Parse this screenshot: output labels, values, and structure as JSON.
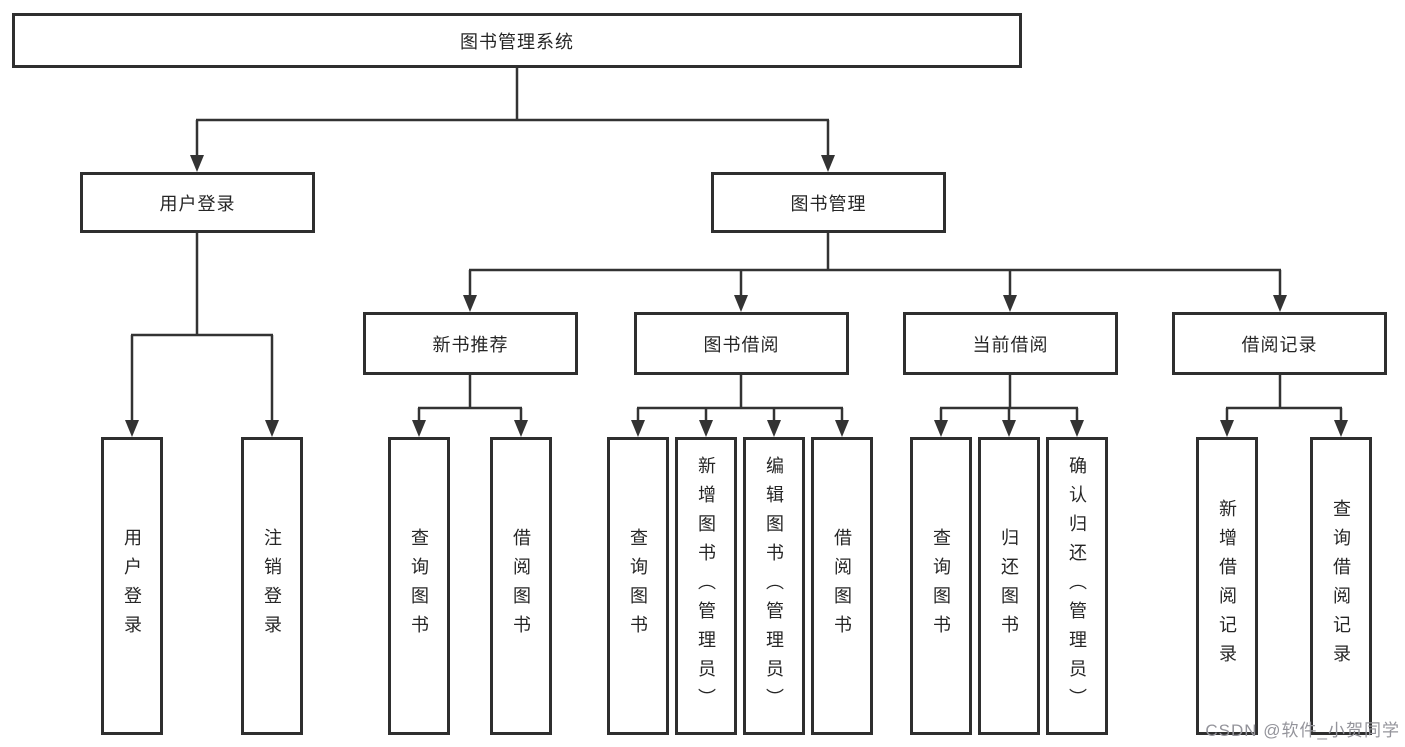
{
  "tree": {
    "root": {
      "label": "图书管理系统",
      "children": [
        {
          "label": "用户登录",
          "children": [
            {
              "label": "用户登录"
            },
            {
              "label": "注销登录"
            }
          ]
        },
        {
          "label": "图书管理",
          "children": [
            {
              "label": "新书推荐",
              "children": [
                {
                  "label": "查询图书"
                },
                {
                  "label": "借阅图书"
                }
              ]
            },
            {
              "label": "图书借阅",
              "children": [
                {
                  "label": "查询图书"
                },
                {
                  "label": "新增图书（管理员）"
                },
                {
                  "label": "编辑图书（管理员）"
                },
                {
                  "label": "借阅图书"
                }
              ]
            },
            {
              "label": "当前借阅",
              "children": [
                {
                  "label": "查询图书"
                },
                {
                  "label": "归还图书"
                },
                {
                  "label": "确认归还（管理员）"
                }
              ]
            },
            {
              "label": "借阅记录",
              "children": [
                {
                  "label": "新增借阅记录"
                },
                {
                  "label": "查询借阅记录"
                }
              ]
            }
          ]
        }
      ]
    }
  },
  "watermark": {
    "text": "CSDN @软件_小贺同学"
  },
  "colors": {
    "line": "#333333",
    "box_border": "#2f2f2f",
    "box_fill": "#ffffff",
    "text": "#262626",
    "watermark": "#94949b"
  }
}
